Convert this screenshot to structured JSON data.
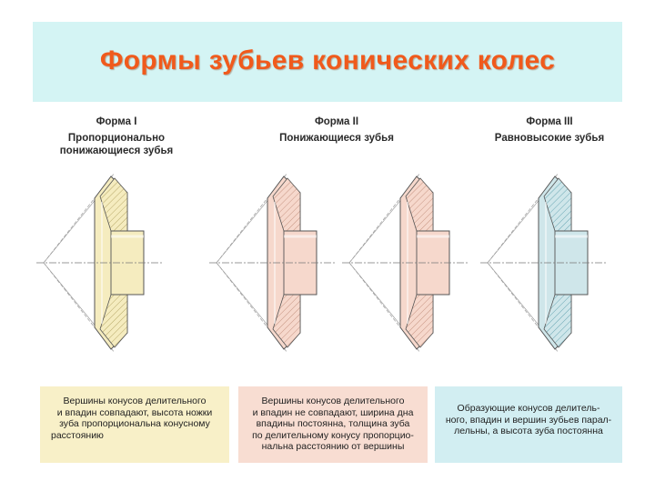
{
  "title": "Формы зубьев конических колес",
  "forms": [
    {
      "name": "Форма I",
      "desc_lines": [
        "Пропорционально",
        "понижающиеся зубья"
      ],
      "fill": "#f5ecbf",
      "hatch": "#b8a96a",
      "text_lines": [
        "Вершины конусов делительного",
        "и впадин совпадают, высота ножки",
        "зуба пропорциональна конусному",
        "расстоянию"
      ],
      "box_color": "#f8f0c8"
    },
    {
      "name": "Форма II",
      "desc_lines": [
        "Понижающиеся зубья"
      ],
      "fill": "#f6d8cc",
      "hatch": "#c79583",
      "text_lines": [
        "Вершины конусов делительного",
        "и впадин не совпадают, ширина дна",
        "впадины постоянна, толщина зуба",
        "по делительному конусу пропорцио-",
        "нальна расстоянию от вершины"
      ],
      "box_color": "#f8ddd2"
    },
    {
      "name": "Форма III",
      "desc_lines": [
        "Равновысокие зубья"
      ],
      "fill": "#cfe6ea",
      "hatch": "#6aa7b4",
      "text_lines": [
        "Образующие конусов делитель-",
        "ного, впадин и вершин зубьев парал-",
        "лельны, а высота зуба постоянна"
      ],
      "box_color": "#d2eef2"
    }
  ]
}
